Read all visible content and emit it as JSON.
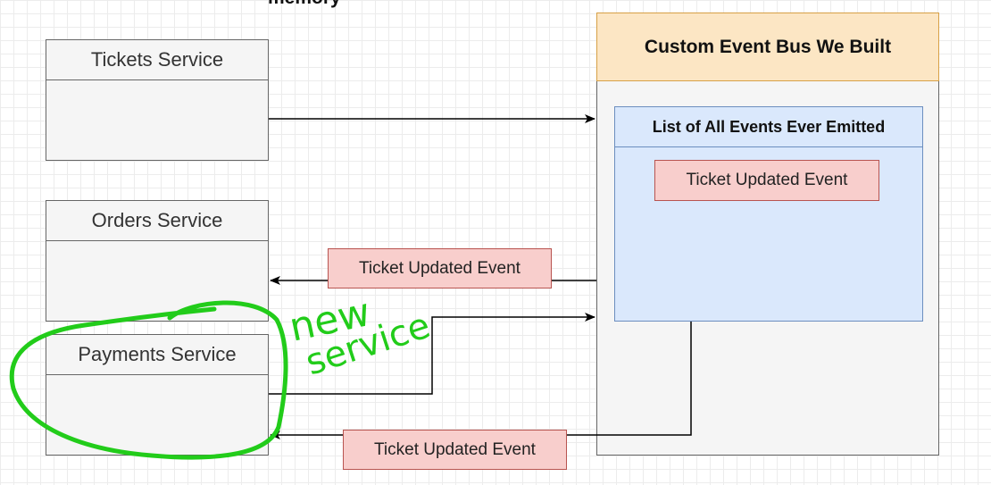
{
  "diagram": {
    "top_fragment": "memory",
    "services": [
      {
        "label": "Tickets Service"
      },
      {
        "label": "Orders Service"
      },
      {
        "label": "Payments Service"
      }
    ],
    "event_bus": {
      "title": "Custom Event Bus We Built",
      "list_title": "List of All Events Ever Emitted",
      "stored_event": "Ticket Updated Event"
    },
    "flow_events": {
      "to_orders": "Ticket Updated Event",
      "to_payments": "Ticket Updated Event"
    },
    "annotation": {
      "text_line1": "new",
      "text_line2": "service",
      "color": "#22cc1a"
    },
    "colors": {
      "service_fill": "#f5f5f5",
      "bus_header_fill": "#fce6c4",
      "list_fill": "#dae8fc",
      "event_fill": "#f8cecc"
    }
  }
}
